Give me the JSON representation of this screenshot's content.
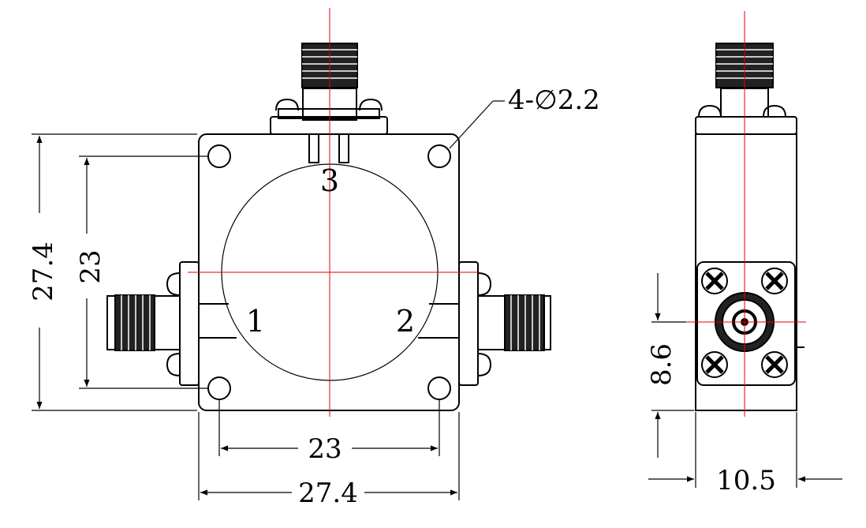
{
  "drawing": {
    "hole_callout": "4-∅2.2",
    "ports": {
      "port1": "1",
      "port2": "2",
      "port3": "3"
    },
    "front_view": {
      "height_outer": "27.4",
      "height_holes": "23",
      "width_holes": "23",
      "width_outer": "27.4"
    },
    "side_view": {
      "connector_height": "8.6",
      "depth": "10.5"
    },
    "colors": {
      "outline": "#000000",
      "centerline": "#e0000b"
    }
  }
}
